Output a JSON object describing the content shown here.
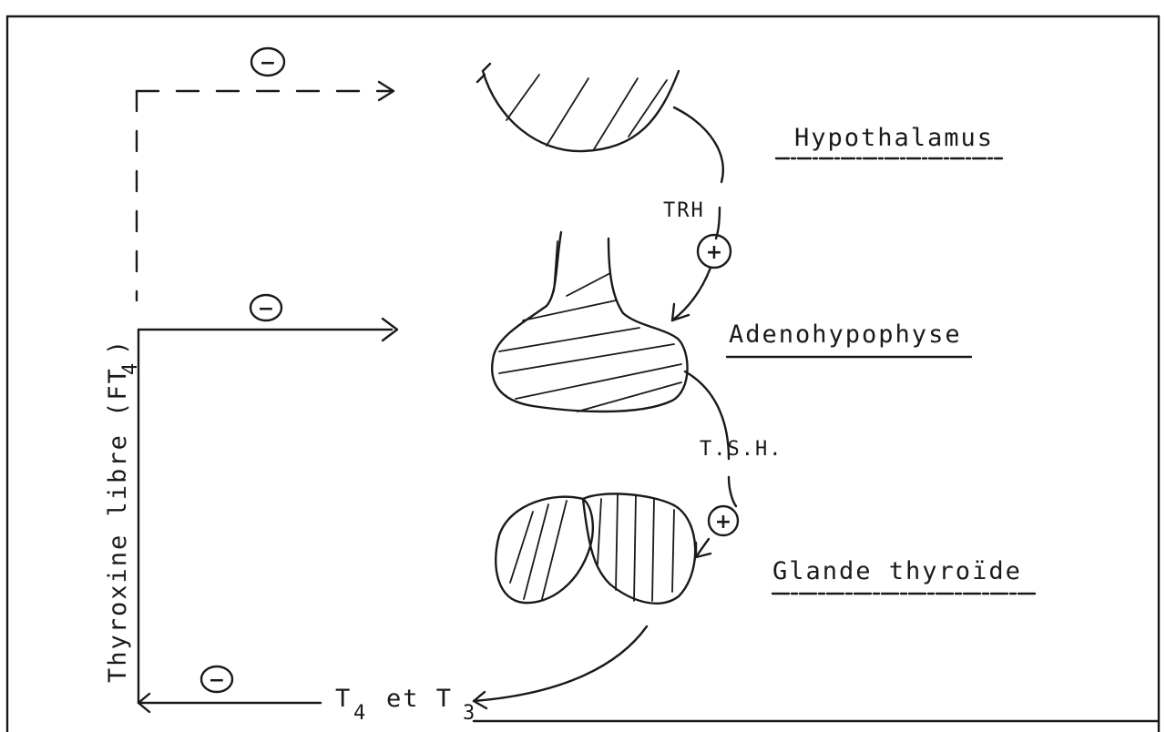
{
  "labels": {
    "hypothalamus": "Hypothalamus",
    "adenohypophyse": "Adenohypophyse",
    "thyroid": "Glande thyroïde",
    "trh": "TRH",
    "tsh": "T.S.H.",
    "side_axis_main": "Thyroxine libre (FT",
    "side_axis_sub": "4",
    "side_axis_close": ")",
    "bottom_t4": "T",
    "bottom_t4_sub": "4",
    "bottom_et": "et T",
    "bottom_t3_sub": "3"
  },
  "signs": {
    "minus_top": "−",
    "minus_middle": "−",
    "minus_bottom": "−",
    "plus_trh": "+",
    "plus_tsh": "+"
  }
}
